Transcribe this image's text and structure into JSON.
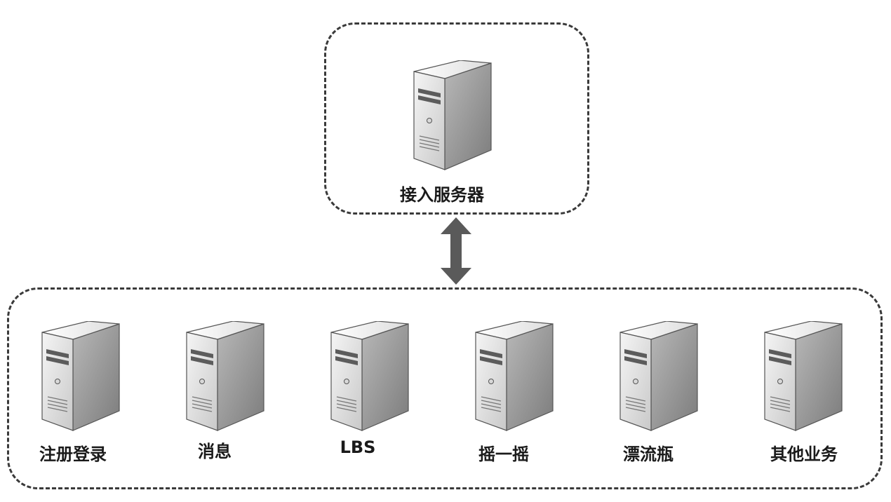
{
  "top_group": {
    "server": {
      "icon": "server-tower-icon",
      "label": "接入服务器"
    }
  },
  "connector": {
    "icon": "double-arrow-icon",
    "color": "#5a5a5a"
  },
  "bottom_group": {
    "servers": [
      {
        "icon": "server-tower-icon",
        "label": "注册登录"
      },
      {
        "icon": "server-tower-icon",
        "label": "消息"
      },
      {
        "icon": "server-tower-icon",
        "label": "LBS"
      },
      {
        "icon": "server-tower-icon",
        "label": "摇一摇"
      },
      {
        "icon": "server-tower-icon",
        "label": "漂流瓶"
      },
      {
        "icon": "server-tower-icon",
        "label": "其他业务"
      }
    ]
  },
  "colors": {
    "border": "#3a3a3a",
    "server_front": "#e6e6e6",
    "server_side": "#9a9a9a",
    "server_top": "#f4f4f4"
  }
}
